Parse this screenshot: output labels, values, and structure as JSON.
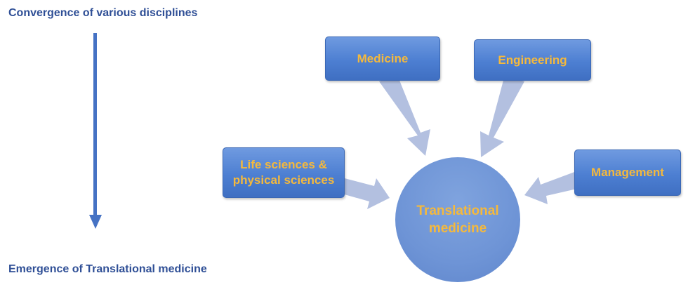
{
  "left_axis": {
    "top_label": "Convergence of various disciplines",
    "bottom_label": "Emergence of Translational medicine"
  },
  "center": {
    "label": "Translational medicine"
  },
  "disciplines": [
    {
      "label": "Medicine"
    },
    {
      "label": "Engineering"
    },
    {
      "label": "Life sciences & physical sciences"
    },
    {
      "label": "Management"
    }
  ],
  "colors": {
    "box_fill": "#4d7fd2",
    "circle_fill": "#6e94d6",
    "text_accent": "#f5b93c",
    "arrow_fill": "#b3c0e0",
    "axis_arrow": "#4572c4",
    "label_text": "#2f4f96"
  }
}
